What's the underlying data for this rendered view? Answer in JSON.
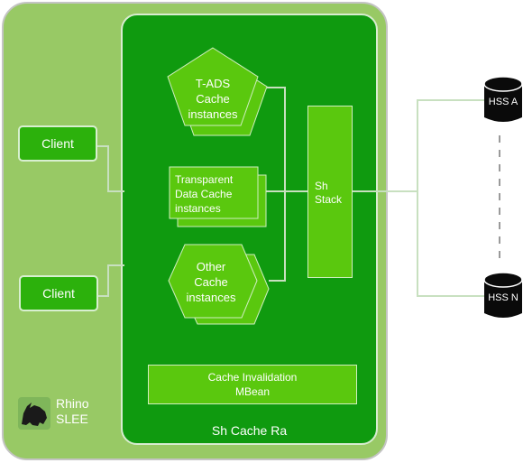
{
  "clients": [
    "Client",
    "Client"
  ],
  "caches": {
    "tads": [
      "T-ADS",
      "Cache",
      "instances"
    ],
    "transparent": [
      "Transparent",
      "Data Cache",
      "instances"
    ],
    "other": [
      "Other",
      "Cache",
      "instances"
    ]
  },
  "stack": [
    "Sh",
    "Stack"
  ],
  "mbean": [
    "Cache Invalidation",
    "MBean"
  ],
  "container_label": "Sh Cache Ra",
  "platform": [
    "Rhino",
    "SLEE"
  ],
  "hss": [
    "HSS A",
    "HSS N"
  ],
  "colors": {
    "outer_bg": "#98c965",
    "inner_bg": "#0f9a0f",
    "element_green": "#5ac80e",
    "client_green": "#2cb10c",
    "connector": "#c8e0c0"
  }
}
